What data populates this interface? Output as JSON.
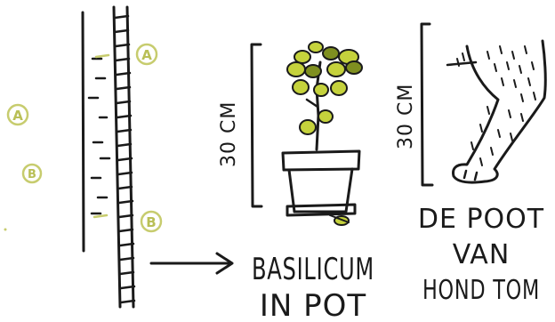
{
  "markers": {
    "a": "A",
    "b": "B"
  },
  "plant": {
    "measure": "30 CM",
    "caption_line1": "BASILICUM",
    "caption_line2": "IN POT"
  },
  "dog": {
    "measure": "30 CM",
    "caption_line1": "DE POOT",
    "caption_line2": "VAN",
    "caption_line3": "HOND TOM"
  },
  "colors": {
    "ink": "#1a1a1a",
    "marker": "#c7cc6e",
    "leaf": "#c5d23c"
  }
}
